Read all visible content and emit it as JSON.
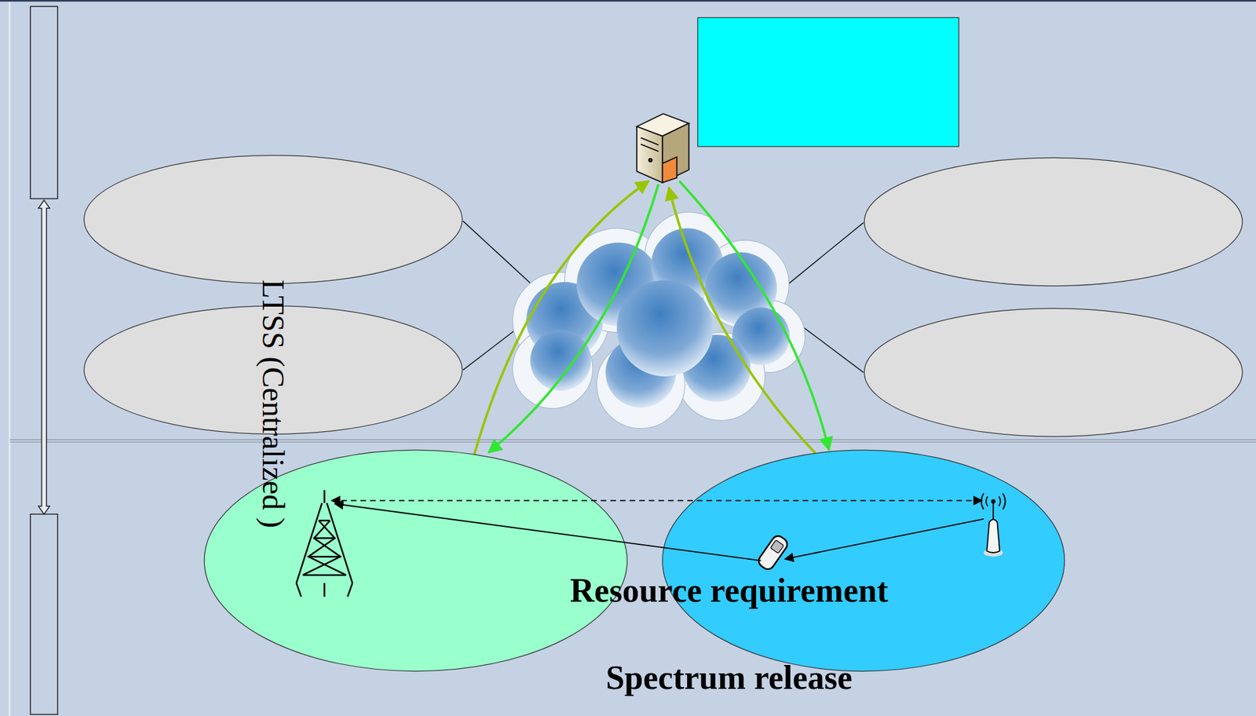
{
  "diagram": {
    "labels": [
      "LTSS (Centralized )",
      "Resource requirement",
      "Spectrum release"
    ]
  }
}
